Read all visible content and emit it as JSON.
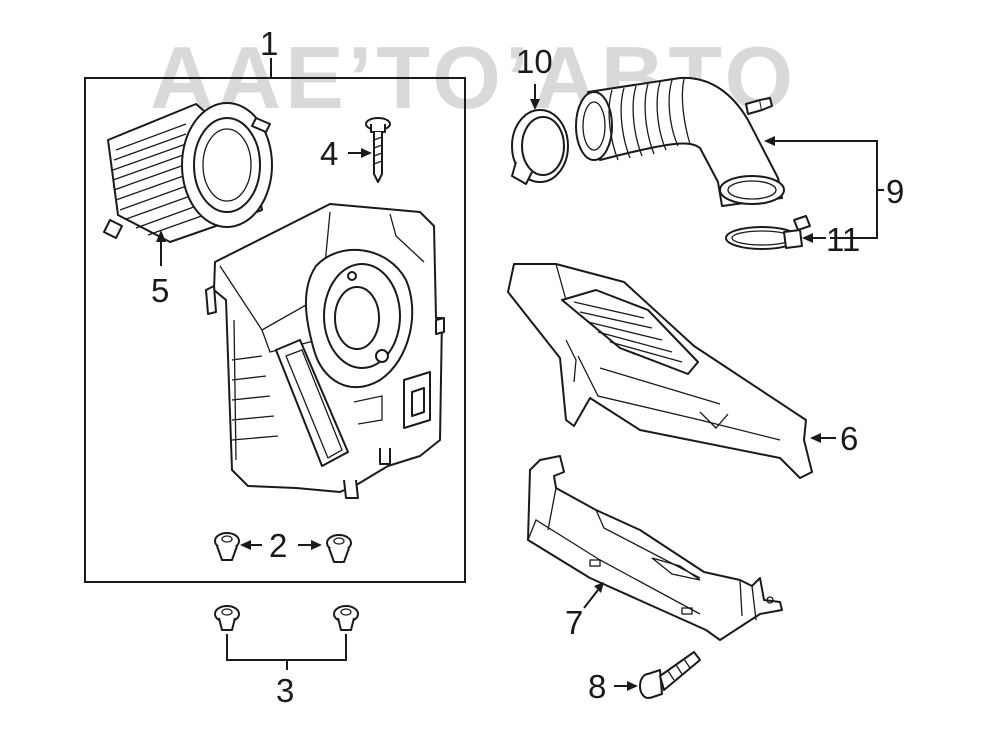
{
  "watermark": "AAE’TO’ABTO",
  "callouts": {
    "c1": "1",
    "c2": "2",
    "c3": "3",
    "c4": "4",
    "c5": "5",
    "c6": "6",
    "c7": "7",
    "c8": "8",
    "c9": "9",
    "c10": "10",
    "c11": "11"
  },
  "colors": {
    "line": "#1a1a1a",
    "watermark": "#d9d9d9",
    "background": "#ffffff"
  }
}
